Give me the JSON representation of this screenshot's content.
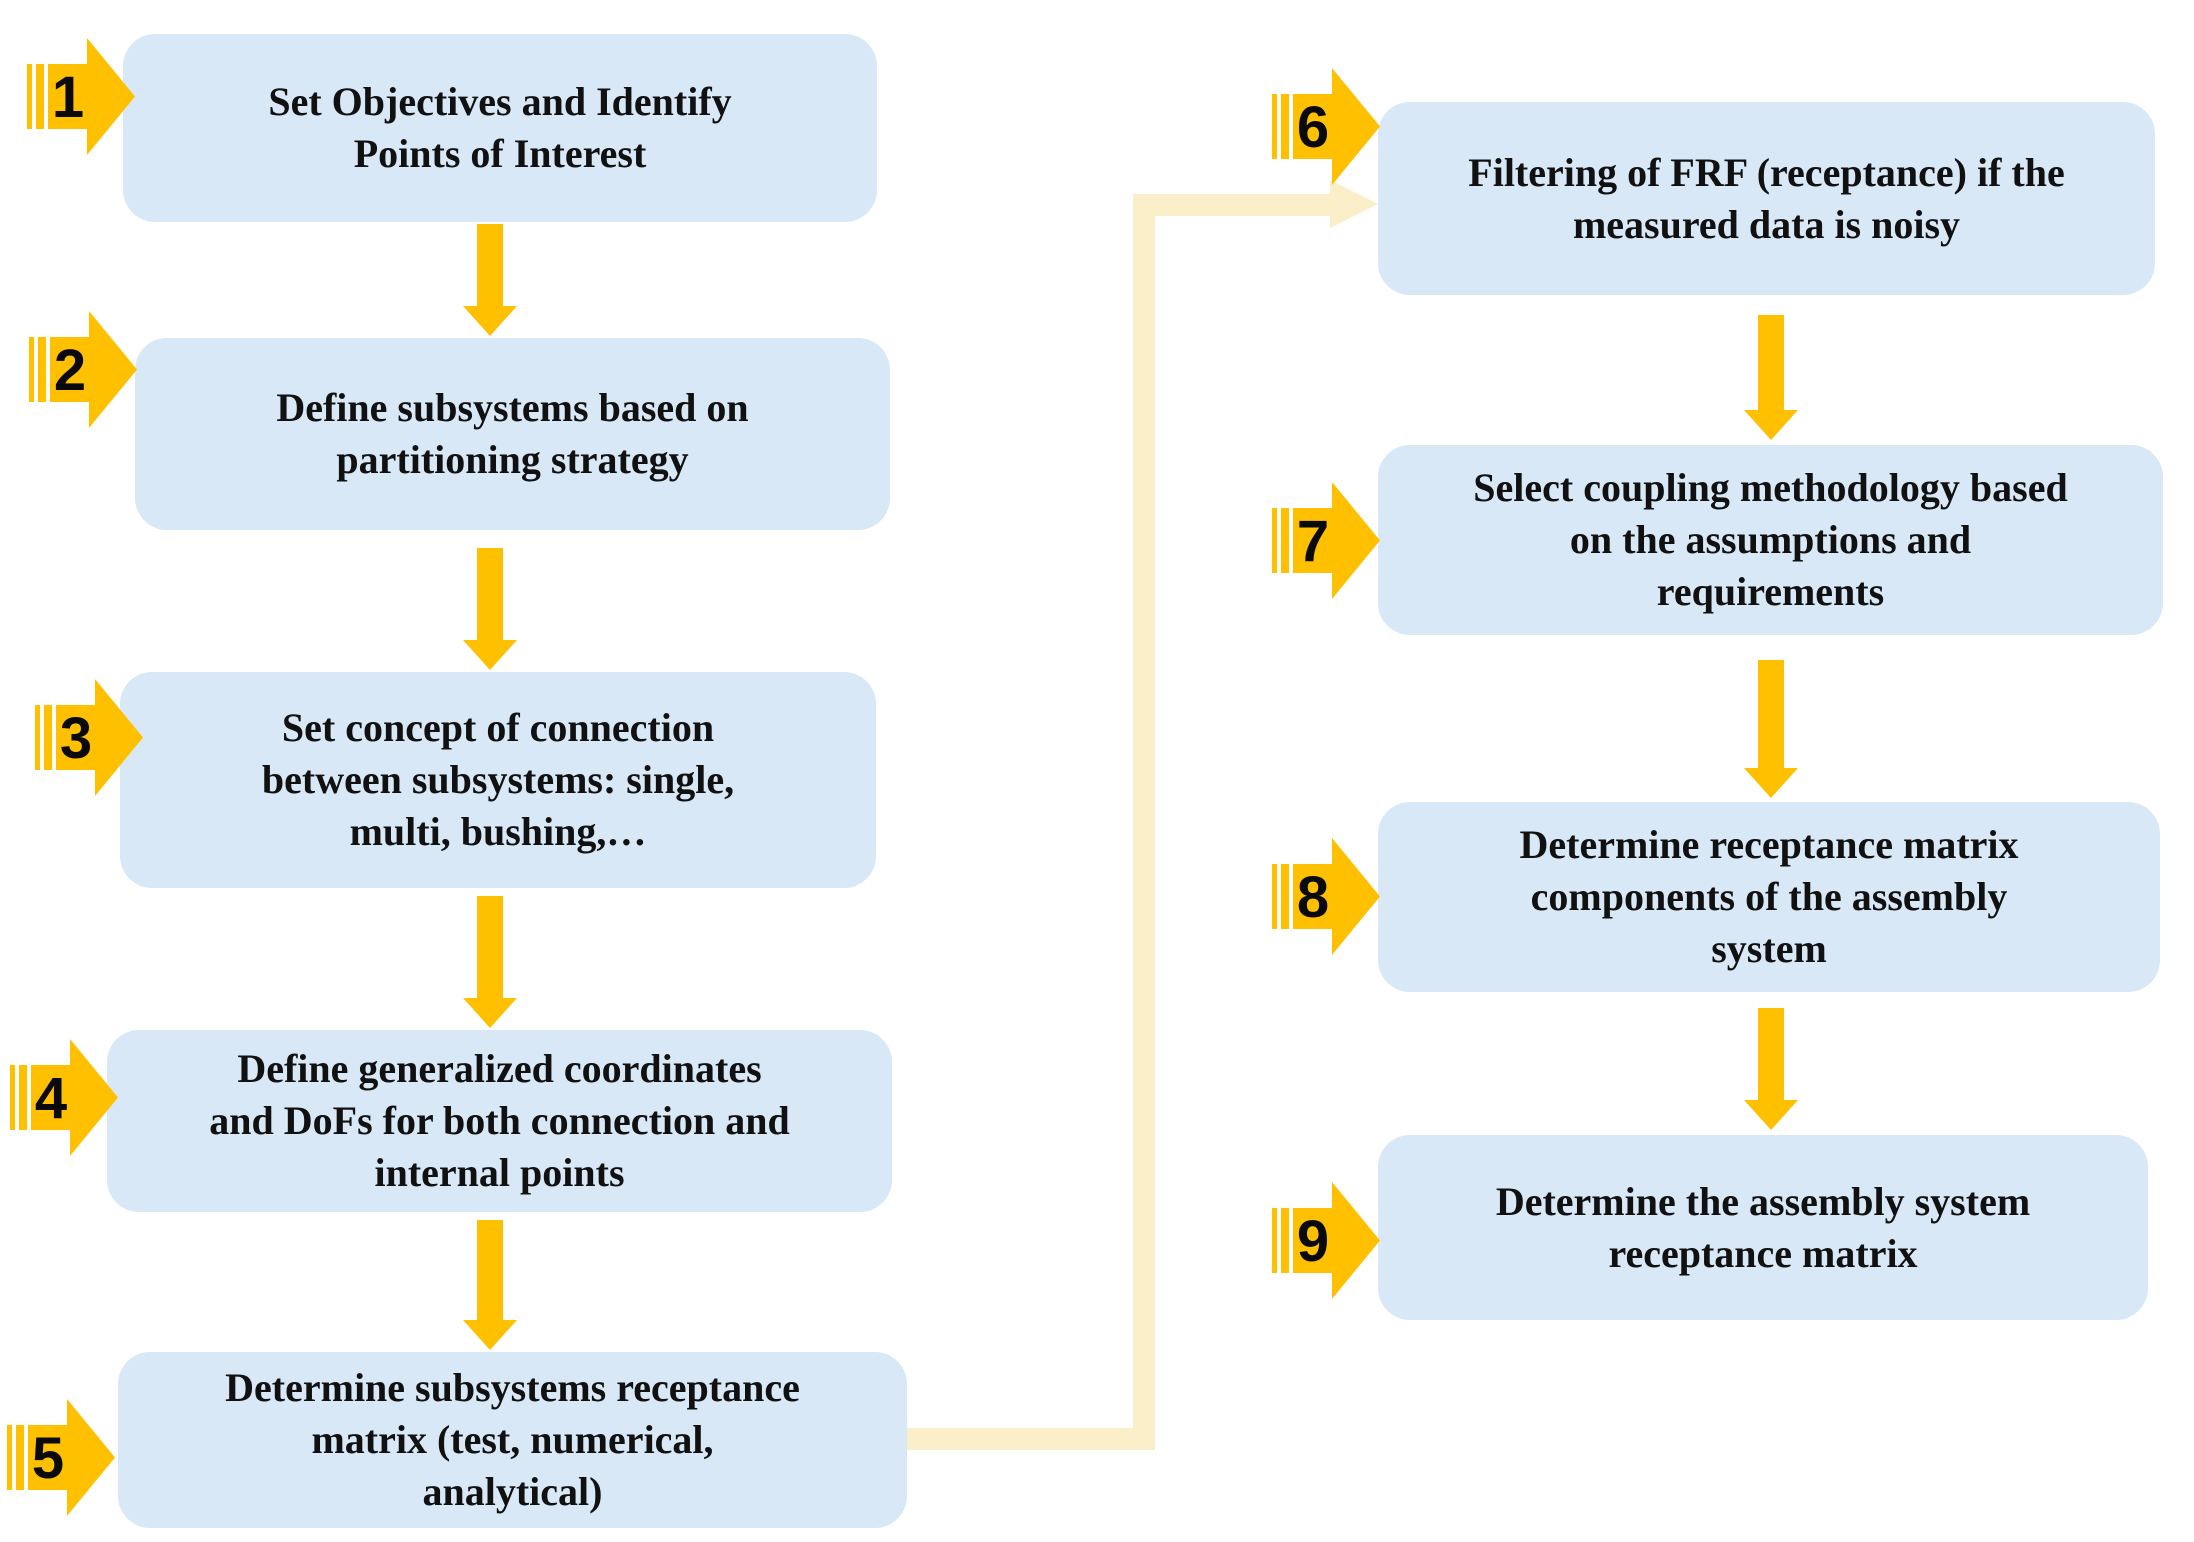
{
  "diagram": {
    "type": "flowchart",
    "colors": {
      "accent_gold": "#FFC000",
      "connector_pale": "#FBEFC9",
      "box_fill": "#D8E8F6",
      "text": "#111111"
    },
    "steps": [
      {
        "number": "1",
        "lines": [
          "Set Objectives and Identify",
          "Points of Interest"
        ]
      },
      {
        "number": "2",
        "lines": [
          "Define subsystems based on",
          "partitioning strategy"
        ]
      },
      {
        "number": "3",
        "lines": [
          "Set concept of connection",
          "between subsystems: single,",
          "multi, bushing,…"
        ]
      },
      {
        "number": "4",
        "lines": [
          "Define generalized coordinates",
          "and DoFs for both connection and",
          "internal points"
        ]
      },
      {
        "number": "5",
        "lines": [
          "Determine subsystems receptance",
          "matrix (test, numerical,",
          "analytical)"
        ]
      },
      {
        "number": "6",
        "lines": [
          "Filtering of FRF (receptance) if the",
          "measured data is noisy"
        ]
      },
      {
        "number": "7",
        "lines": [
          "Select coupling methodology based",
          "on the assumptions and",
          "requirements"
        ]
      },
      {
        "number": "8",
        "lines": [
          "Determine receptance matrix",
          "components of the assembly",
          "system"
        ]
      },
      {
        "number": "9",
        "lines": [
          "Determine the assembly system",
          "receptance matrix"
        ]
      }
    ]
  }
}
